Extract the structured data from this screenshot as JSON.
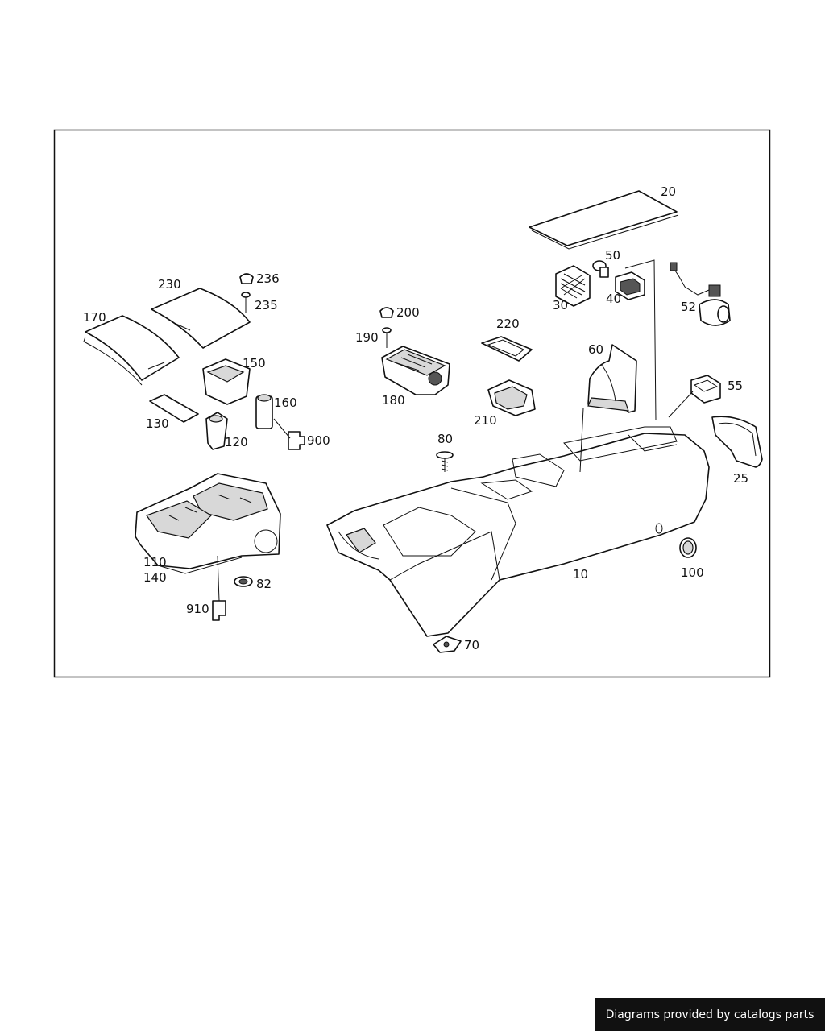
{
  "diagram": {
    "callouts": {
      "c10": "10",
      "c20": "20",
      "c25": "25",
      "c30": "30",
      "c40": "40",
      "c50": "50",
      "c52": "52",
      "c55": "55",
      "c60": "60",
      "c70": "70",
      "c80": "80",
      "c82": "82",
      "c100": "100",
      "c110": "110",
      "c120": "120",
      "c130": "130",
      "c140": "140",
      "c150": "150",
      "c160": "160",
      "c170": "170",
      "c180": "180",
      "c190": "190",
      "c200": "200",
      "c210": "210",
      "c220": "220",
      "c230": "230",
      "c235": "235",
      "c236": "236",
      "c900": "900",
      "c910": "910"
    }
  },
  "footer": {
    "credit": "Diagrams provided by catalogs parts"
  }
}
